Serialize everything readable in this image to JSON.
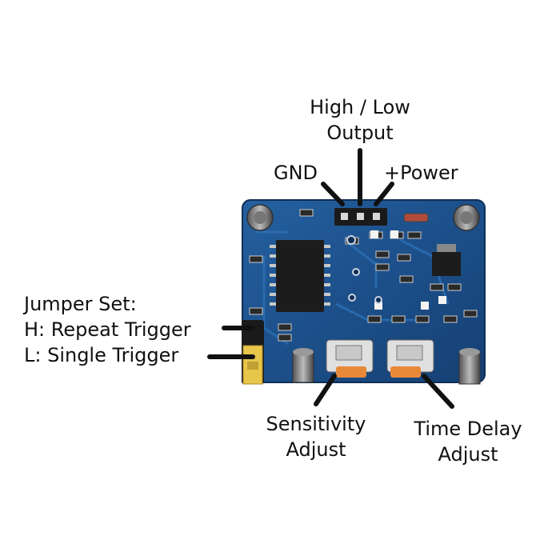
{
  "labels": {
    "high_low_output": [
      "High / Low",
      "Output"
    ],
    "gnd": "GND",
    "power": "+Power",
    "jumper_set": [
      "Jumper Set:",
      "H: Repeat Trigger",
      "L: Single Trigger"
    ],
    "sensitivity_adjust": [
      "Sensitivity",
      "Adjust"
    ],
    "time_delay_adjust": [
      "Time Delay",
      "Adjust"
    ]
  },
  "colors": {
    "pcb": "#1b4f8a",
    "pcb_dark": "#123b6b",
    "pin_header": "#1a1a1a",
    "pot_body": "#e8e8e8",
    "pot_base": "#e8893a",
    "jumper": "#e8c64a",
    "label": "#111111"
  }
}
